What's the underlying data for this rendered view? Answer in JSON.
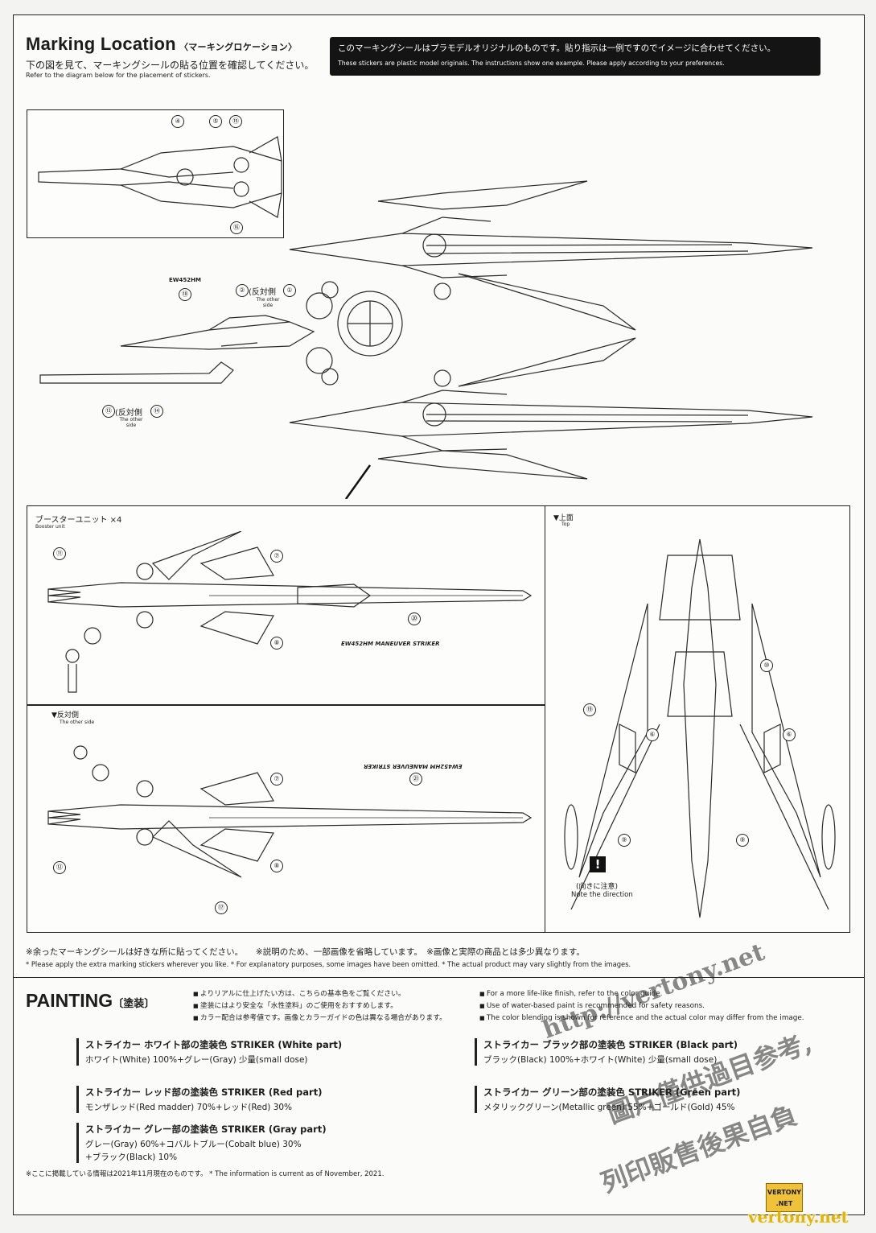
{
  "header": {
    "title": "Marking Location",
    "title_jp": "〈マーキングロケーション〉",
    "sub_jp": "下の図を見て、マーキングシールの貼る位置を確認してください。",
    "sub_en": "Refer to the diagram below for the placement of stickers.",
    "notice_jp": "このマーキングシールはプラモデルオリジナルのものです。貼り指示は一例ですのでイメージに合わせてください。",
    "notice_en": "These stickers are plastic model originals. The instructions show one example. Please apply according to your preferences."
  },
  "main": {
    "code_text": "EW452HM",
    "callouts": [
      "④",
      "⑤",
      "⑮",
      "⑯",
      "②",
      "①",
      "⑱",
      "⑬",
      "⑭"
    ],
    "other_side_jp": "(反対側",
    "other_side_en": "The other side"
  },
  "booster": {
    "title_jp": "ブースターユニット ×4",
    "title_en": "Booster unit",
    "callouts": [
      "⑪",
      "⑦",
      "⑳",
      "⑧"
    ],
    "ink": "EW452HM MANEUVER STRIKER"
  },
  "other": {
    "title_jp": "▼反対側",
    "title_en": "The other side",
    "callouts": [
      "⑦",
      "㉑",
      "⑫",
      "⑧",
      "⑰"
    ],
    "ink": "EW452HM MANEUVER STRIKER"
  },
  "top": {
    "title_jp": "▼上面",
    "title_en": "Top",
    "callouts": [
      "⑩",
      "⑲",
      "⑥",
      "⑥",
      "⑨",
      "⑨"
    ],
    "warn_jp": "(向きに注意)",
    "warn_en": "Note the direction"
  },
  "footnote": {
    "jp": "※余ったマーキングシールは好きな所に貼ってください。　　※説明のため、一部画像を省略しています。　※画像と実際の商品とは多少異なります。",
    "en": "* Please apply the extra marking stickers wherever you like. * For explanatory purposes, some images have been omitted. * The actual product may vary slightly from the images."
  },
  "painting": {
    "title": "PAINTING",
    "title_jp": "〔塗装〕",
    "notes_jp": [
      "よりリアルに仕上げたい方は、こちらの基本色をご覧ください。",
      "塗装にはより安全な「水性塗料」のご使用をおすすめします。",
      "カラー配合は参考値です。画像とカラーガイドの色は異なる場合があります。"
    ],
    "notes_en": [
      "For a more life-like finish, refer to the color guide.",
      "Use of water-based paint is recommended for safety reasons.",
      "The color blending is shown for reference and the actual color may differ from the image."
    ],
    "colors": [
      {
        "title": "ストライカー ホワイト部の塗装色 STRIKER (White part)",
        "recipe": "ホワイト(White) 100%+グレー(Gray) 少量(small dose)"
      },
      {
        "title": "ストライカー レッド部の塗装色 STRIKER (Red part)",
        "recipe": "モンザレッド(Red madder) 70%+レッド(Red) 30%"
      },
      {
        "title": "ストライカー グレー部の塗装色 STRIKER (Gray part)",
        "recipe": "グレー(Gray) 60%+コバルトブルー(Cobalt blue) 30%",
        "recipe2": "+ブラック(Black) 10%"
      },
      {
        "title": "ストライカー ブラック部の塗装色 STRIKER (Black part)",
        "recipe": "ブラック(Black) 100%+ホワイト(White) 少量(small dose)"
      },
      {
        "title": "ストライカー グリーン部の塗装色 STRIKER (Green part)",
        "recipe": "メタリックグリーン(Metallic green) 55%+ゴールド(Gold) 45%"
      }
    ]
  },
  "copyright": "※ここに掲載している情報は2021年11月現在のものです。 * The information is current as of November, 2021.",
  "watermark": {
    "url": "http://vertony.net",
    "cn1": "圖片僅供過目参考,",
    "cn2": "列印販售後果自負",
    "logo1": "VERTONY",
    "logo2": ".NET",
    "site": "vertony.net"
  }
}
